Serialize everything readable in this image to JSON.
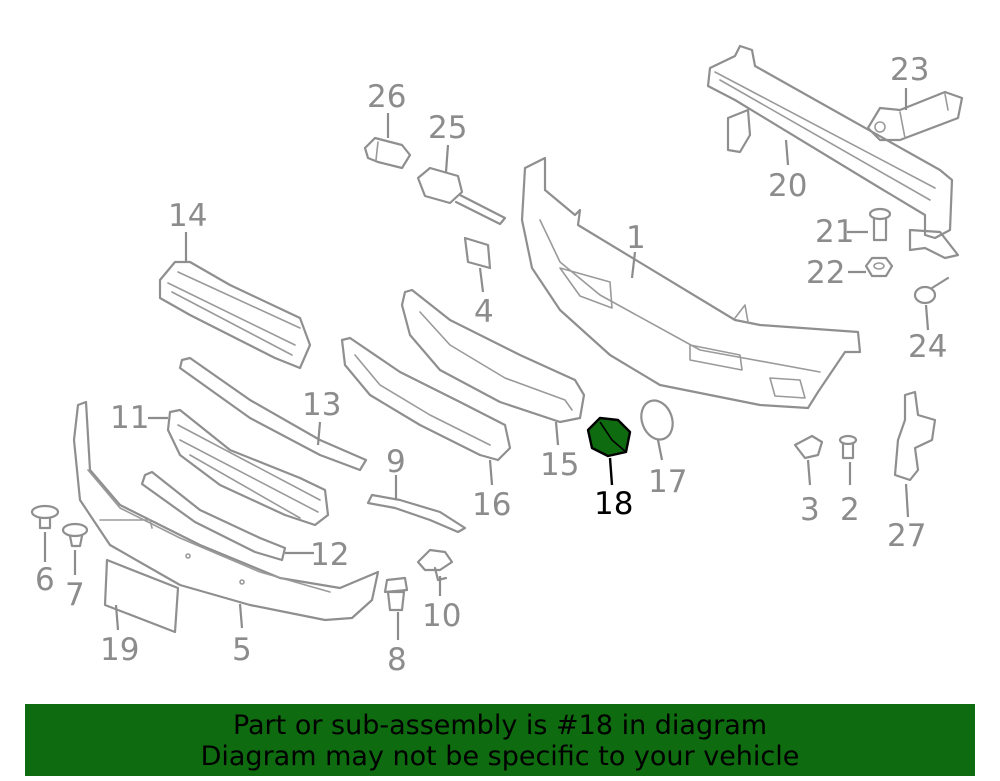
{
  "diagram": {
    "highlighted_part": "18",
    "highlight_color": "#0f6b0f",
    "callouts": {
      "c1": "1",
      "c2": "2",
      "c3": "3",
      "c4": "4",
      "c5": "5",
      "c6": "6",
      "c7": "7",
      "c8": "8",
      "c9": "9",
      "c10": "10",
      "c11": "11",
      "c12": "12",
      "c13": "13",
      "c14": "14",
      "c15": "15",
      "c16": "16",
      "c17": "17",
      "c18": "18",
      "c19": "19",
      "c20": "20",
      "c21": "21",
      "c22": "22",
      "c23": "23",
      "c24": "24",
      "c25": "25",
      "c26": "26",
      "c27": "27"
    }
  },
  "banner": {
    "line1": "Part or sub-assembly is #18 in diagram",
    "line2": "Diagram may not be specific to your vehicle",
    "background": "#0f6b0f"
  }
}
